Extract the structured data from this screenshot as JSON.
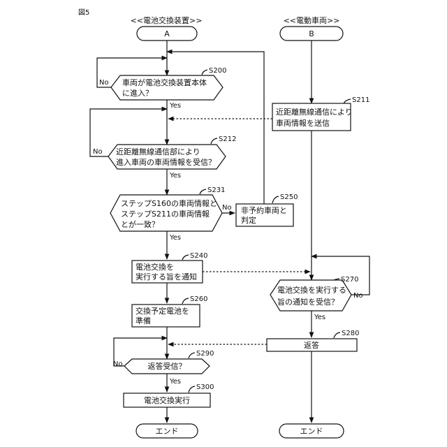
{
  "figure_label": "図5",
  "lanes": {
    "left": {
      "header": "<<電池交換装置>>",
      "start": "A",
      "end": "エンド"
    },
    "right": {
      "header": "<<電動車両>>",
      "start": "B",
      "end": "エンド"
    }
  },
  "steps": {
    "s200": {
      "id": "S200",
      "lines": [
        "車両が電池交換装置本体",
        "に進入？"
      ]
    },
    "s211": {
      "id": "S211",
      "lines": [
        "近距離無線通信により",
        "車両情報を送信"
      ]
    },
    "s212": {
      "id": "S212",
      "lines": [
        "近距離無線通信部により",
        "進入車両の車両情報を受信？"
      ]
    },
    "s231": {
      "id": "S231",
      "lines": [
        "ステップS160の車両情報と",
        "ステップS211の車両情報",
        "とが一致？"
      ]
    },
    "s250": {
      "id": "S250",
      "lines": [
        "非予約車両と",
        "判定"
      ]
    },
    "s240": {
      "id": "S240",
      "lines": [
        "電池交換を",
        "実行する旨を通知"
      ]
    },
    "s270": {
      "id": "S270",
      "lines": [
        "電池交換を実行する",
        "旨の通知を受信？"
      ]
    },
    "s260": {
      "id": "S260",
      "lines": [
        "交換予定電池を",
        "準備"
      ]
    },
    "s280": {
      "id": "S280",
      "lines": [
        "返答"
      ]
    },
    "s290": {
      "id": "S290",
      "lines": [
        "返答受信？"
      ]
    },
    "s300": {
      "id": "S300",
      "lines": [
        "電池交換実行"
      ]
    }
  },
  "branch_labels": {
    "yes": "Yes",
    "no": "No"
  }
}
